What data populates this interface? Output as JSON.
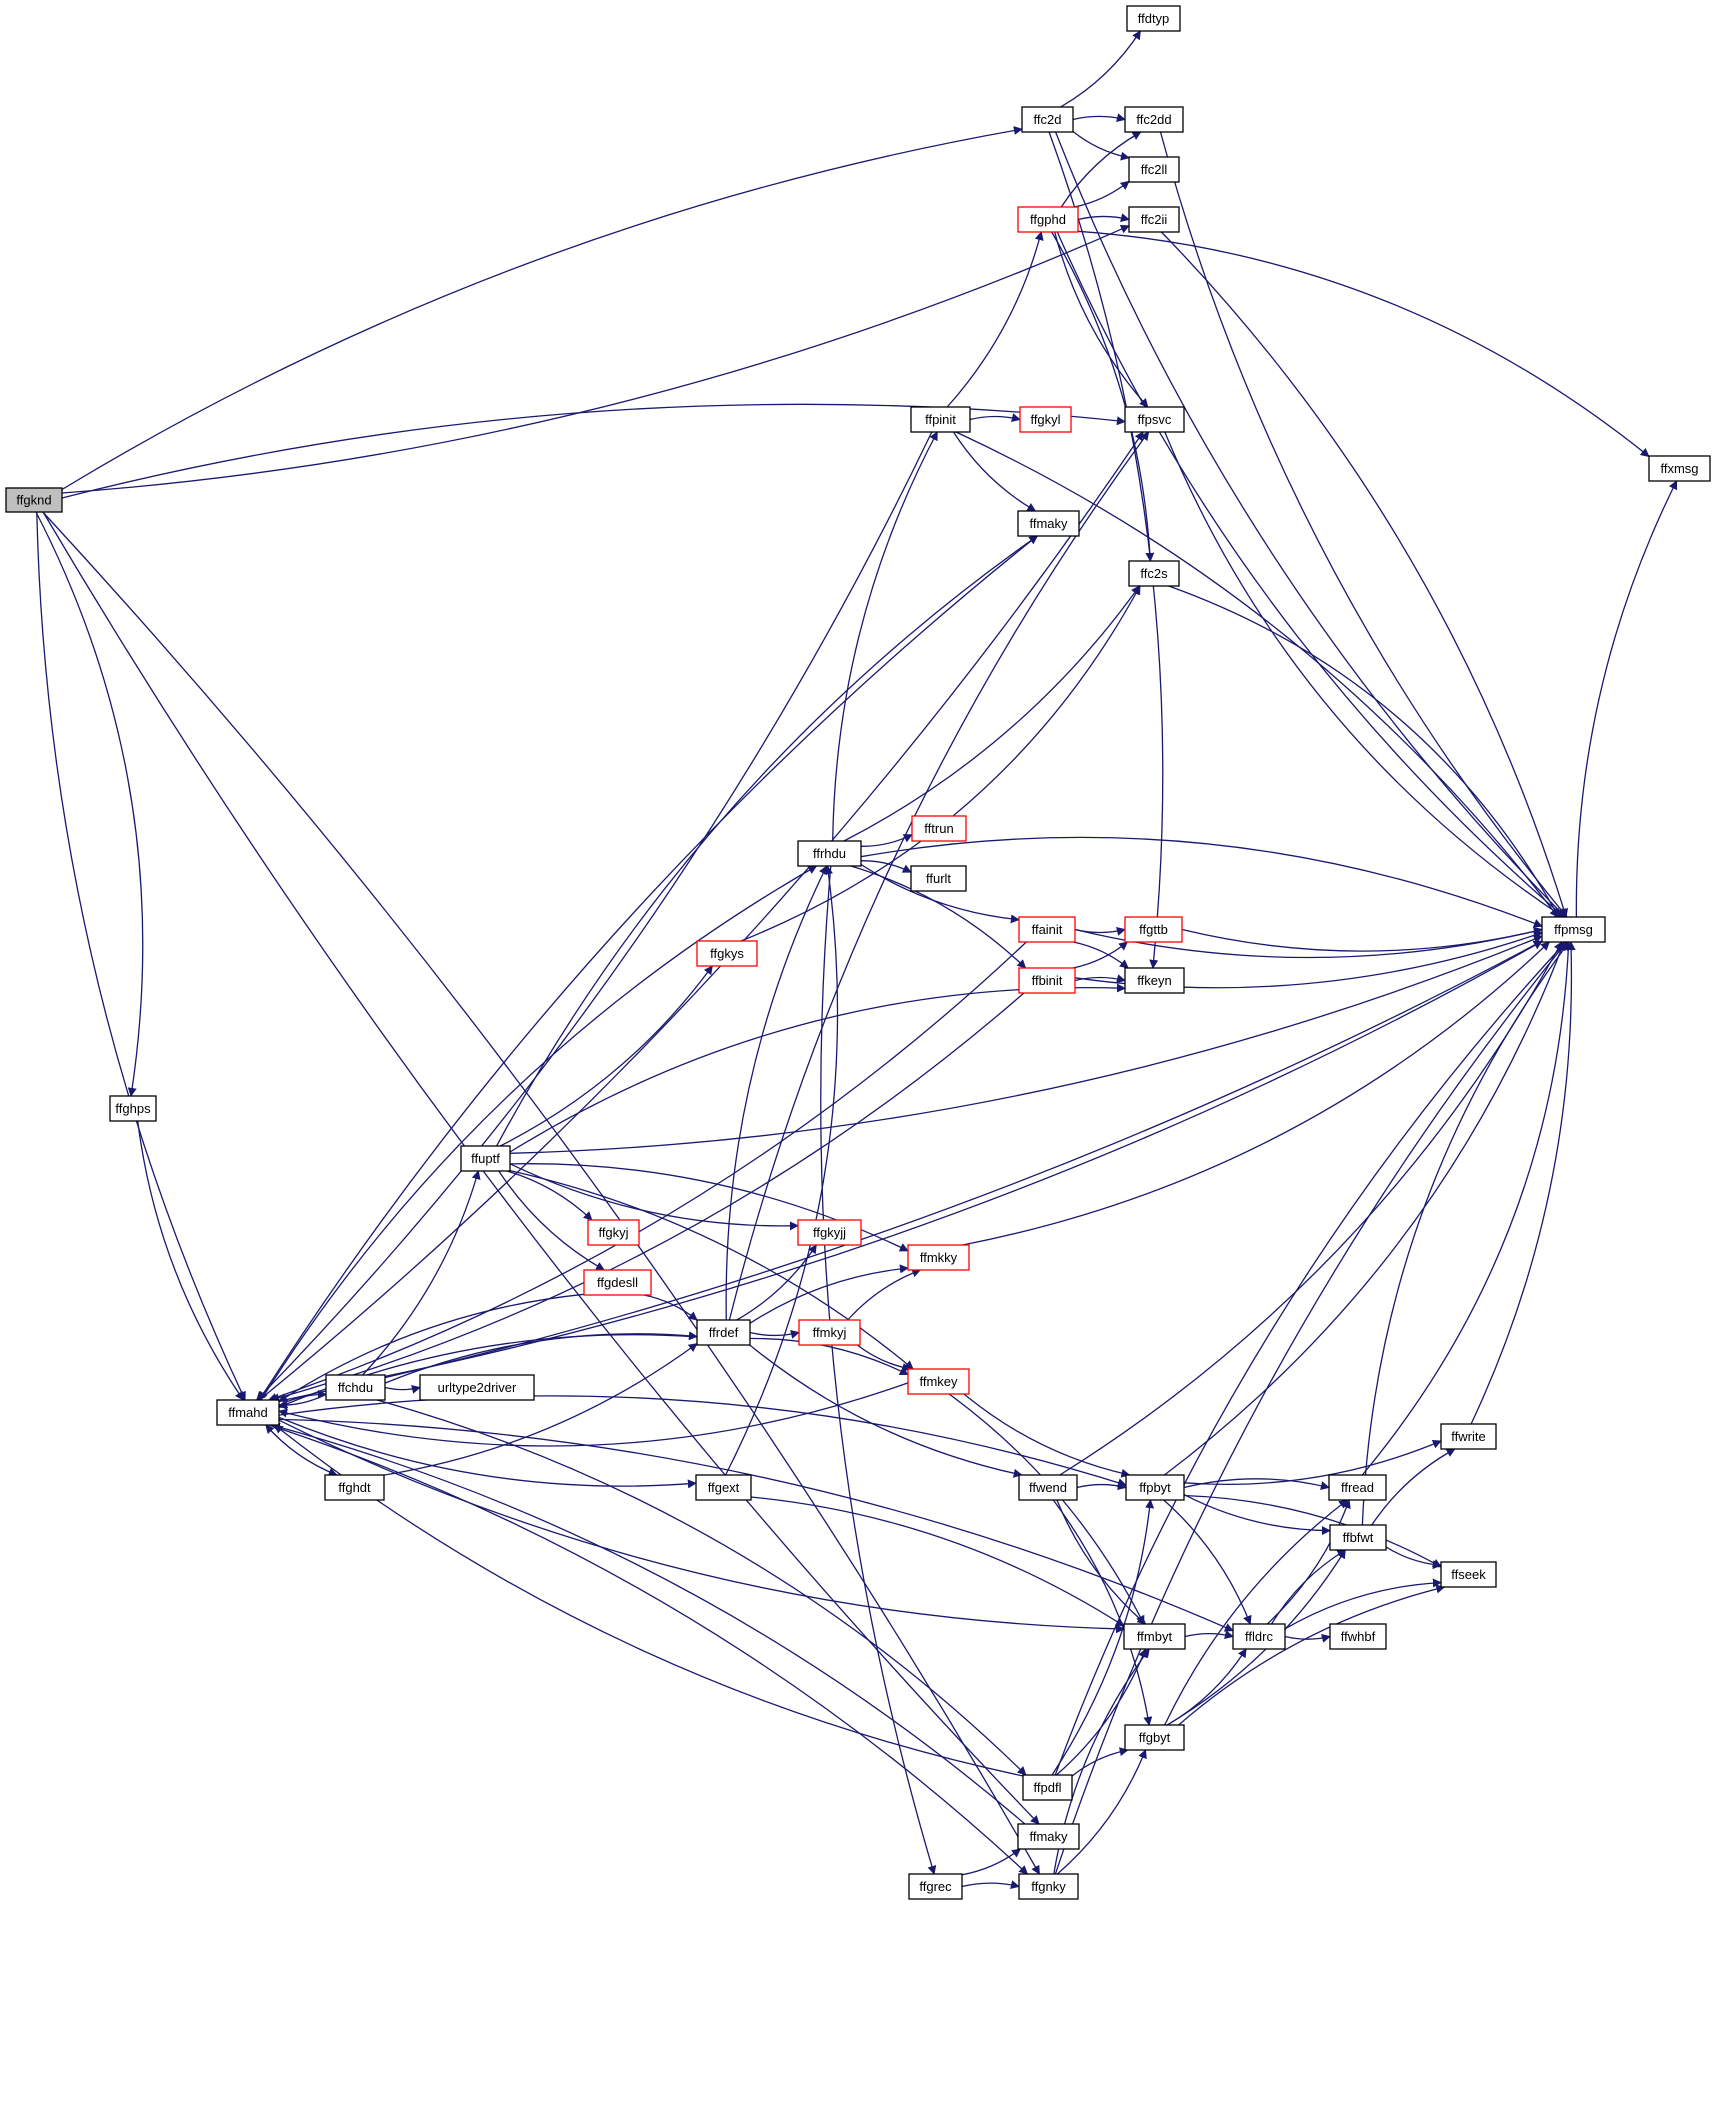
{
  "colors": {
    "edge": "#191970",
    "node_border": "#000000",
    "node_border_truncated": "#ff0000",
    "root_fill": "#bfbfbf",
    "node_fill": "#ffffff"
  },
  "root": "ffgknd",
  "nodes": [
    {
      "id": "ffgknd",
      "label": "ffgknd",
      "style": "root"
    },
    {
      "id": "ffghps",
      "label": "ffghps",
      "style": "normal"
    },
    {
      "id": "ffmahd",
      "label": "ffmahd",
      "style": "normal"
    },
    {
      "id": "ffchdu",
      "label": "ffchdu",
      "style": "normal"
    },
    {
      "id": "ffghdt",
      "label": "ffghdt",
      "style": "normal"
    },
    {
      "id": "urltype2driver",
      "label": "urltype2driver",
      "style": "normal"
    },
    {
      "id": "ffuptf",
      "label": "ffuptf",
      "style": "normal"
    },
    {
      "id": "ffgkyj",
      "label": "ffgkyj",
      "style": "truncated"
    },
    {
      "id": "ffgdesll",
      "label": "ffgdesll",
      "style": "truncated"
    },
    {
      "id": "ffrdef",
      "label": "ffrdef",
      "style": "normal"
    },
    {
      "id": "ffgext",
      "label": "ffgext",
      "style": "normal"
    },
    {
      "id": "ffgkys",
      "label": "ffgkys",
      "style": "truncated"
    },
    {
      "id": "ffgkyjj",
      "label": "ffgkyjj",
      "style": "truncated"
    },
    {
      "id": "ffmkyj",
      "label": "ffmkyj",
      "style": "truncated"
    },
    {
      "id": "ffrhdu",
      "label": "ffrhdu",
      "style": "normal"
    },
    {
      "id": "ffpinit",
      "label": "ffpinit",
      "style": "normal"
    },
    {
      "id": "ffgrec",
      "label": "ffgrec",
      "style": "normal"
    },
    {
      "id": "ffmkky",
      "label": "ffmkky",
      "style": "truncated"
    },
    {
      "id": "ffmkey",
      "label": "ffmkey",
      "style": "truncated"
    },
    {
      "id": "fftrun",
      "label": "fftrun",
      "style": "truncated"
    },
    {
      "id": "ffurlt",
      "label": "ffurlt",
      "style": "normal"
    },
    {
      "id": "ffc2d",
      "label": "ffc2d",
      "style": "normal"
    },
    {
      "id": "ffgphd",
      "label": "ffgphd",
      "style": "truncated"
    },
    {
      "id": "ffgkyl",
      "label": "ffgkyl",
      "style": "truncated"
    },
    {
      "id": "ffmaky_top",
      "label": "ffmaky",
      "style": "normal"
    },
    {
      "id": "ffainit",
      "label": "ffainit",
      "style": "truncated"
    },
    {
      "id": "ffbinit",
      "label": "ffbinit",
      "style": "truncated"
    },
    {
      "id": "ffwend",
      "label": "ffwend",
      "style": "normal"
    },
    {
      "id": "ffpdfl",
      "label": "ffpdfl",
      "style": "normal"
    },
    {
      "id": "ffmaky_bot",
      "label": "ffmaky",
      "style": "normal"
    },
    {
      "id": "ffgnky",
      "label": "ffgnky",
      "style": "normal"
    },
    {
      "id": "ffdtyp",
      "label": "ffdtyp",
      "style": "normal"
    },
    {
      "id": "ffc2dd",
      "label": "ffc2dd",
      "style": "normal"
    },
    {
      "id": "ffc2ll",
      "label": "ffc2ll",
      "style": "normal"
    },
    {
      "id": "ffc2ii",
      "label": "ffc2ii",
      "style": "normal"
    },
    {
      "id": "ffpsvc",
      "label": "ffpsvc",
      "style": "normal"
    },
    {
      "id": "ffc2s",
      "label": "ffc2s",
      "style": "normal"
    },
    {
      "id": "ffgttb",
      "label": "ffgttb",
      "style": "truncated"
    },
    {
      "id": "ffkeyn",
      "label": "ffkeyn",
      "style": "normal"
    },
    {
      "id": "ffpbyt",
      "label": "ffpbyt",
      "style": "normal"
    },
    {
      "id": "ffmbyt",
      "label": "ffmbyt",
      "style": "normal"
    },
    {
      "id": "ffgbyt",
      "label": "ffgbyt",
      "style": "normal"
    },
    {
      "id": "ffldrc",
      "label": "ffldrc",
      "style": "normal"
    },
    {
      "id": "ffread",
      "label": "ffread",
      "style": "normal"
    },
    {
      "id": "ffbfwt",
      "label": "ffbfwt",
      "style": "normal"
    },
    {
      "id": "ffwhbf",
      "label": "ffwhbf",
      "style": "normal"
    },
    {
      "id": "ffwrite",
      "label": "ffwrite",
      "style": "normal"
    },
    {
      "id": "ffseek",
      "label": "ffseek",
      "style": "normal"
    },
    {
      "id": "ffpmsg",
      "label": "ffpmsg",
      "style": "normal"
    },
    {
      "id": "ffxmsg",
      "label": "ffxmsg",
      "style": "normal"
    }
  ],
  "edges": [
    [
      "ffgknd",
      "ffghps"
    ],
    [
      "ffgknd",
      "ffmahd"
    ],
    [
      "ffgknd",
      "ffc2d"
    ],
    [
      "ffgknd",
      "ffc2ii"
    ],
    [
      "ffgknd",
      "ffpsvc"
    ],
    [
      "ffgknd",
      "ffmaky_bot"
    ],
    [
      "ffgknd",
      "ffgnky"
    ],
    [
      "ffghps",
      "ffmahd"
    ],
    [
      "ffmahd",
      "ffchdu"
    ],
    [
      "ffmahd",
      "ffghdt"
    ],
    [
      "ffmahd",
      "ffrhdu"
    ],
    [
      "ffmahd",
      "ffgext"
    ],
    [
      "ffmahd",
      "ffpbyt"
    ],
    [
      "ffmahd",
      "ffmbyt"
    ],
    [
      "ffmahd",
      "ffldrc"
    ],
    [
      "ffmahd",
      "ffpmsg"
    ],
    [
      "ffmahd",
      "ffgnky"
    ],
    [
      "ffmahd",
      "ffpsvc"
    ],
    [
      "ffchdu",
      "ffmahd"
    ],
    [
      "ffchdu",
      "ffuptf"
    ],
    [
      "ffchdu",
      "ffrdef"
    ],
    [
      "ffchdu",
      "urltype2driver"
    ],
    [
      "ffchdu",
      "ffpdfl"
    ],
    [
      "ffchdu",
      "ffpmsg"
    ],
    [
      "ffghdt",
      "ffmahd"
    ],
    [
      "ffghdt",
      "ffrdef"
    ],
    [
      "ffuptf",
      "ffmaky_top"
    ],
    [
      "ffuptf",
      "ffgkys"
    ],
    [
      "ffuptf",
      "ffkeyn"
    ],
    [
      "ffuptf",
      "ffpmsg"
    ],
    [
      "ffuptf",
      "ffgkyj"
    ],
    [
      "ffuptf",
      "ffgkyjj"
    ],
    [
      "ffuptf",
      "ffmkky"
    ],
    [
      "ffuptf",
      "ffgdesll"
    ],
    [
      "ffuptf",
      "ffmkey"
    ],
    [
      "ffgdesll",
      "ffmahd"
    ],
    [
      "ffgdesll",
      "ffrdef"
    ],
    [
      "ffrdef",
      "ffmahd"
    ],
    [
      "ffrdef",
      "ffrhdu"
    ],
    [
      "ffrdef",
      "ffgkyjj"
    ],
    [
      "ffrdef",
      "ffmkky"
    ],
    [
      "ffrdef",
      "ffmkyj"
    ],
    [
      "ffrdef",
      "ffmkey"
    ],
    [
      "ffrdef",
      "ffwend"
    ],
    [
      "ffrdef",
      "ffpsvc"
    ],
    [
      "ffgext",
      "ffrhdu"
    ],
    [
      "ffgext",
      "ffmbyt"
    ],
    [
      "ffgkys",
      "ffc2s"
    ],
    [
      "ffmkyj",
      "ffmkky"
    ],
    [
      "ffmkyj",
      "ffmkey"
    ],
    [
      "ffrhdu",
      "ffpinit"
    ],
    [
      "ffrhdu",
      "ffc2s"
    ],
    [
      "ffrhdu",
      "ffpmsg"
    ],
    [
      "ffrhdu",
      "fftrun"
    ],
    [
      "ffrhdu",
      "ffurlt"
    ],
    [
      "ffrhdu",
      "ffainit"
    ],
    [
      "ffrhdu",
      "ffbinit"
    ],
    [
      "ffrhdu",
      "ffgrec"
    ],
    [
      "ffpinit",
      "ffmahd"
    ],
    [
      "ffpinit",
      "ffgphd"
    ],
    [
      "ffpinit",
      "ffgkyl"
    ],
    [
      "ffpinit",
      "ffmaky_top"
    ],
    [
      "ffpinit",
      "ffpmsg"
    ],
    [
      "ffgrec",
      "ffmaky_bot"
    ],
    [
      "ffgrec",
      "ffgnky"
    ],
    [
      "ffmkky",
      "ffpmsg"
    ],
    [
      "ffmkey",
      "ffmahd"
    ],
    [
      "ffmkey",
      "ffpbyt"
    ],
    [
      "ffmkey",
      "ffmbyt"
    ],
    [
      "ffc2d",
      "ffdtyp"
    ],
    [
      "ffc2d",
      "ffc2dd"
    ],
    [
      "ffc2d",
      "ffc2ll"
    ],
    [
      "ffc2d",
      "ffkeyn"
    ],
    [
      "ffc2d",
      "ffpmsg"
    ],
    [
      "ffgphd",
      "ffc2dd"
    ],
    [
      "ffgphd",
      "ffc2ll"
    ],
    [
      "ffgphd",
      "ffc2ii"
    ],
    [
      "ffgphd",
      "ffpsvc"
    ],
    [
      "ffgphd",
      "ffc2s"
    ],
    [
      "ffgphd",
      "ffpmsg"
    ],
    [
      "ffgphd",
      "ffxmsg"
    ],
    [
      "ffmaky_top",
      "ffmahd"
    ],
    [
      "ffainit",
      "ffmahd"
    ],
    [
      "ffainit",
      "ffgttb"
    ],
    [
      "ffainit",
      "ffkeyn"
    ],
    [
      "ffainit",
      "ffpmsg"
    ],
    [
      "ffbinit",
      "ffmahd"
    ],
    [
      "ffbinit",
      "ffgttb"
    ],
    [
      "ffbinit",
      "ffkeyn"
    ],
    [
      "ffbinit",
      "ffpmsg"
    ],
    [
      "ffwend",
      "ffpbyt"
    ],
    [
      "ffwend",
      "ffmbyt"
    ],
    [
      "ffwend",
      "ffgbyt"
    ],
    [
      "ffwend",
      "ffpmsg"
    ],
    [
      "ffpdfl",
      "ffmahd"
    ],
    [
      "ffpdfl",
      "ffmbyt"
    ],
    [
      "ffpdfl",
      "ffgbyt"
    ],
    [
      "ffpdfl",
      "ffpbyt"
    ],
    [
      "ffpdfl",
      "ffpmsg"
    ],
    [
      "ffmaky_bot",
      "ffmahd"
    ],
    [
      "ffgnky",
      "ffmbyt"
    ],
    [
      "ffgnky",
      "ffgbyt"
    ],
    [
      "ffgnky",
      "ffpmsg"
    ],
    [
      "ffc2dd",
      "ffpmsg"
    ],
    [
      "ffc2ii",
      "ffpmsg"
    ],
    [
      "ffpsvc",
      "ffpmsg"
    ],
    [
      "ffc2s",
      "ffpmsg"
    ],
    [
      "ffgttb",
      "ffpmsg"
    ],
    [
      "ffpbyt",
      "ffread"
    ],
    [
      "ffpbyt",
      "ffbfwt"
    ],
    [
      "ffpbyt",
      "ffldrc"
    ],
    [
      "ffpbyt",
      "ffwrite"
    ],
    [
      "ffpbyt",
      "ffseek"
    ],
    [
      "ffpbyt",
      "ffpmsg"
    ],
    [
      "ffmbyt",
      "ffldrc"
    ],
    [
      "ffgbyt",
      "ffldrc"
    ],
    [
      "ffgbyt",
      "ffread"
    ],
    [
      "ffgbyt",
      "ffbfwt"
    ],
    [
      "ffgbyt",
      "ffseek"
    ],
    [
      "ffldrc",
      "ffread"
    ],
    [
      "ffldrc",
      "ffbfwt"
    ],
    [
      "ffldrc",
      "ffwhbf"
    ],
    [
      "ffldrc",
      "ffseek"
    ],
    [
      "ffread",
      "ffpmsg"
    ],
    [
      "ffbfwt",
      "ffwrite"
    ],
    [
      "ffbfwt",
      "ffseek"
    ],
    [
      "ffbfwt",
      "ffpmsg"
    ],
    [
      "ffwrite",
      "ffpmsg"
    ],
    [
      "ffpmsg",
      "ffxmsg"
    ]
  ]
}
